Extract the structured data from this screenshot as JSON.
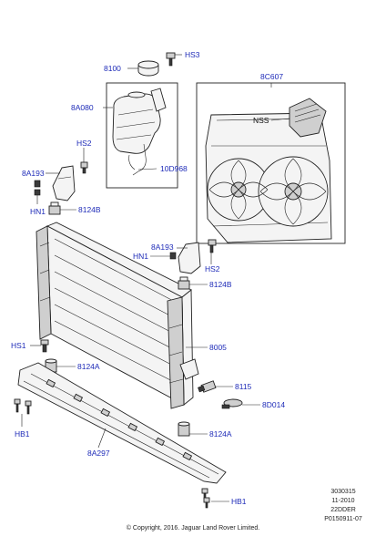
{
  "labels": {
    "hs3": "HS3",
    "p8100": "8100",
    "p8a080": "8A080",
    "p8c607": "8C607",
    "nss": "NSS",
    "hs2_top": "HS2",
    "p8a193_left": "8A193",
    "p10d968": "10D968",
    "hn1_left": "HN1",
    "p8124b_left": "8124B",
    "p8a193_right": "8A193",
    "hn1_right": "HN1",
    "hs2_right": "HS2",
    "p8124b_right": "8124B",
    "hs1": "HS1",
    "p8005": "8005",
    "p8124a_left": "8124A",
    "p8115": "8115",
    "p8d014": "8D014",
    "p8124a_right": "8124A",
    "hb1_left": "HB1",
    "p8a297": "8A297",
    "hb1_bottom": "HB1"
  },
  "meta": {
    "line1": "3030315",
    "line2": "11-2010",
    "line3": "22DDER",
    "line4": "P0150911-07",
    "copyright": "© Copyright, 2016. Jaguar Land Rover Limited."
  }
}
